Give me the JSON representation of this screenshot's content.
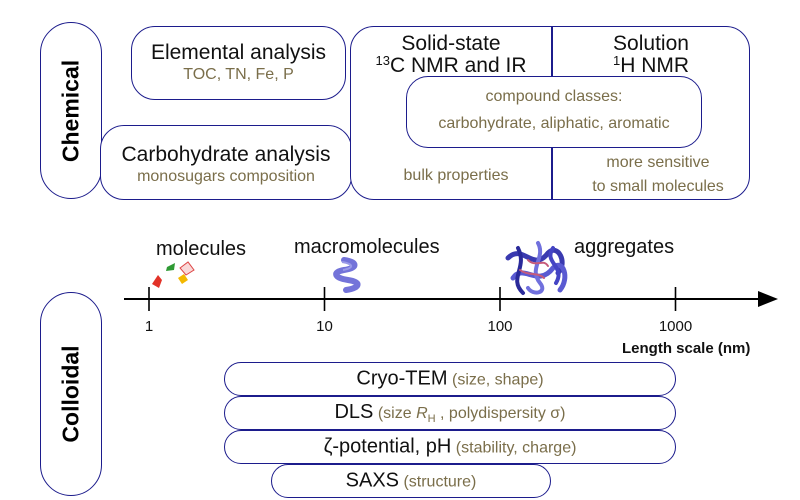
{
  "chemical": {
    "label": "Chemical",
    "elemental": {
      "title": "Elemental analysis",
      "detail": "TOC, TN, Fe, P"
    },
    "carbohydrate": {
      "title": "Carbohydrate analysis",
      "detail": "monosugars composition"
    },
    "nmr": {
      "solid_state": {
        "line1": "Solid-state",
        "isotope": "13",
        "line2": "C NMR and IR",
        "detail": "bulk properties"
      },
      "solution": {
        "line1": "Solution",
        "isotope": "1",
        "line2": "H NMR",
        "detail_line1": "more sensitive",
        "detail_line2": "to small molecules"
      },
      "shared": {
        "line1": "compound classes:",
        "line2": "carbohydrate, aliphatic, aromatic"
      }
    }
  },
  "scale": {
    "labels": {
      "molecules": "molecules",
      "macromolecules": "macromolecules",
      "aggregates": "aggregates"
    },
    "ticks": [
      "1",
      "10",
      "100",
      "1000"
    ],
    "axis_title": "Length scale (nm)",
    "axis_type": "log"
  },
  "colloidal": {
    "label": "Colloidal",
    "methods": [
      {
        "name": "Cryo-TEM",
        "detail": "(size, shape)"
      },
      {
        "name": "DLS",
        "detail_prefix": "(size ",
        "detail_symbol": "R",
        "detail_sub": "H",
        "detail_suffix": " , polydispersity σ)"
      },
      {
        "name": "ζ-potential, pH",
        "detail": "(stability, charge)"
      },
      {
        "name": "SAXS",
        "detail": "(structure)"
      }
    ]
  },
  "colors": {
    "border": "#1c1c8c",
    "detail_text": "#7a6e4a",
    "protein": "#5a5ad2"
  },
  "icons": [
    "molecule-fragments-icon",
    "macromolecule-helix-icon",
    "protein-aggregate-icon"
  ]
}
